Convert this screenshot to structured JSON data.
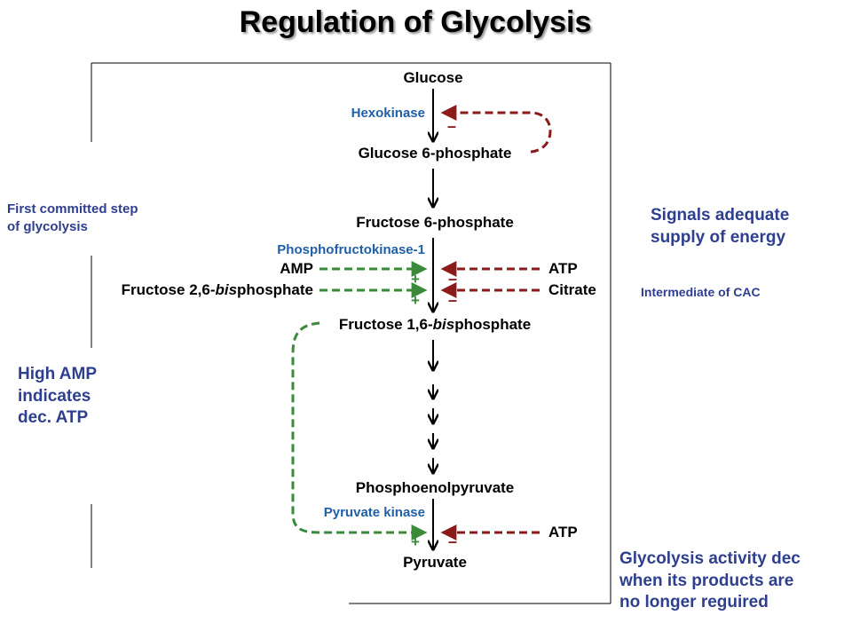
{
  "title": "Regulation of Glycolysis",
  "pathway": {
    "glucose": "Glucose",
    "hexokinase": "Hexokinase",
    "g6p": "Glucose 6-phosphate",
    "f6p": "Fructose 6-phosphate",
    "pfk1": "Phosphofructokinase-1",
    "amp": "AMP",
    "f26bp_prefix": "Fructose 2,6-",
    "f26bp_italic": "bis",
    "f26bp_suffix": "phosphate",
    "atp": "ATP",
    "citrate": "Citrate",
    "f16bp_prefix": "Fructose 1,6-",
    "f16bp_italic": "bis",
    "f16bp_suffix": "phosphate",
    "pep": "Phosphoenolpyruvate",
    "pyruvate_kinase": "Pyruvate kinase",
    "atp2": "ATP",
    "pyruvate": "Pyruvate",
    "plus": "+",
    "minus": "–"
  },
  "notes": {
    "first_committed": [
      "First committed step",
      "of glycolysis"
    ],
    "high_amp": [
      "High AMP",
      "indicates",
      "dec. ATP"
    ],
    "adequate_energy": [
      "Signals adequate",
      "supply of energy"
    ],
    "intermediate_cac": "Intermediate of CAC",
    "activity_dec": [
      "Glycolysis activity dec",
      "when its products are",
      "no longer reguired"
    ]
  },
  "colors": {
    "enzyme_blue": "#1f5fa8",
    "inhibit_red": "#8b1a1a",
    "activate_green": "#3a8a3a",
    "note_blue": "#2e3f8f"
  }
}
